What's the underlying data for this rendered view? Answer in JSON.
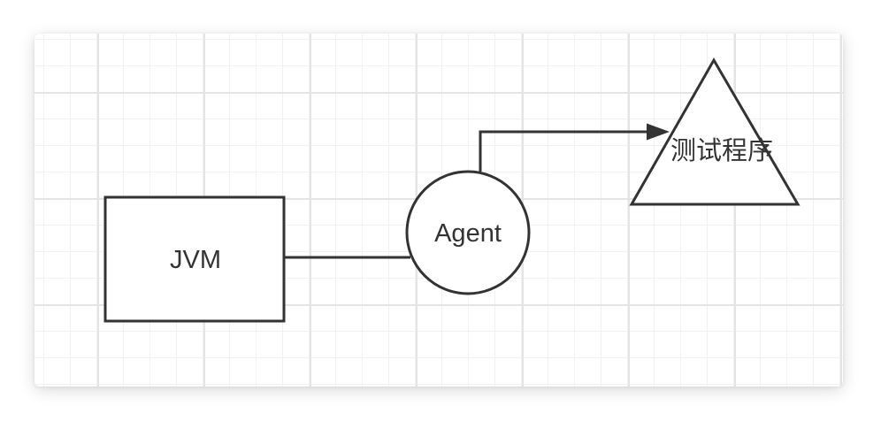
{
  "diagram": {
    "stroke_color": "#333333",
    "text_color": "#333333",
    "canvas": {
      "background_color": "#ffffff",
      "grid_minor_color": "#f1f1f1",
      "grid_major_color": "#e4e4e4"
    },
    "nodes": {
      "jvm": {
        "shape": "rectangle",
        "label": "JVM"
      },
      "agent": {
        "shape": "circle",
        "label": "Agent"
      },
      "test_program": {
        "shape": "triangle",
        "label": "测试程序"
      }
    },
    "connectors": [
      {
        "from": "jvm",
        "to": "agent",
        "type": "straight-line"
      },
      {
        "from": "agent",
        "to": "test_program",
        "type": "elbow-arrow"
      }
    ]
  }
}
